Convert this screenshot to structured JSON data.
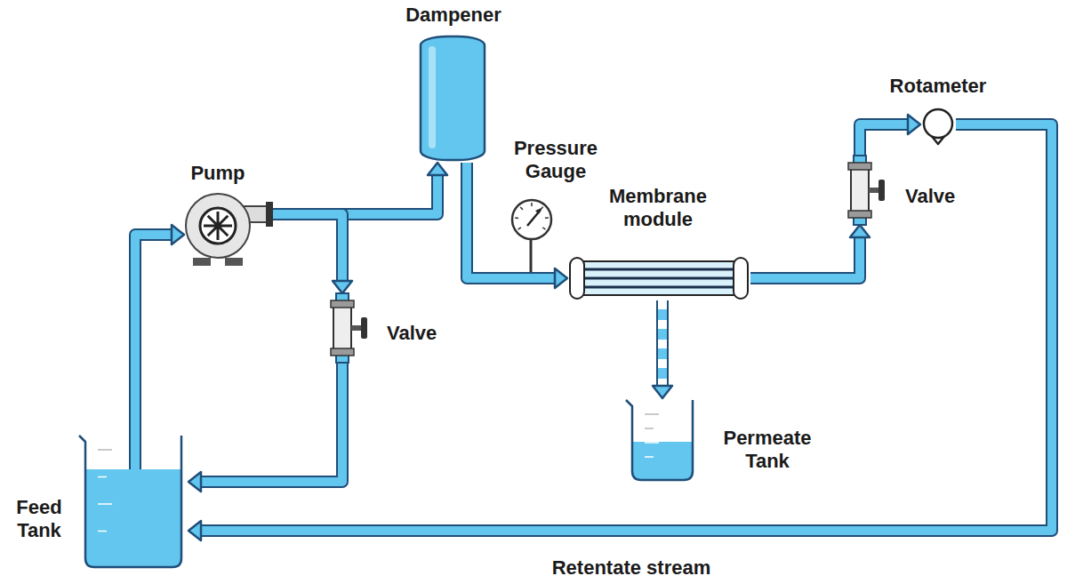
{
  "diagram": {
    "nodes": [
      {
        "text": [
          "Dampener"
        ]
      },
      {
        "text": [
          "Rotameter"
        ]
      },
      {
        "text": [
          "Pump"
        ]
      },
      {
        "text": [
          "Pressure Gauge"
        ]
      },
      {
        "text": [
          "Membrane module"
        ]
      },
      {
        "text": [
          "Valve"
        ]
      },
      {
        "text": [
          "Valve"
        ]
      },
      {
        "text": [
          "Permeate Tank"
        ]
      },
      {
        "text": [
          "Feed Tank"
        ]
      }
    ],
    "edges": [
      {
        "from": 8,
        "to": 2,
        "arrow": "to"
      },
      {
        "from": 2,
        "to": 0,
        "arrow": "to"
      },
      {
        "from": 2,
        "to": 6,
        "arrow": "to"
      },
      {
        "from": 6,
        "to": 8,
        "arrow": "to"
      },
      {
        "from": 0,
        "to": 4,
        "arrow": "to"
      },
      {
        "from": 4,
        "to": 7,
        "arrow": "to"
      },
      {
        "from": 4,
        "to": 5,
        "arrow": "to"
      },
      {
        "from": 5,
        "to": 1,
        "arrow": "to"
      },
      {
        "from": 1,
        "to": 8,
        "label": "Retentate stream",
        "arrow": "to"
      }
    ]
  }
}
